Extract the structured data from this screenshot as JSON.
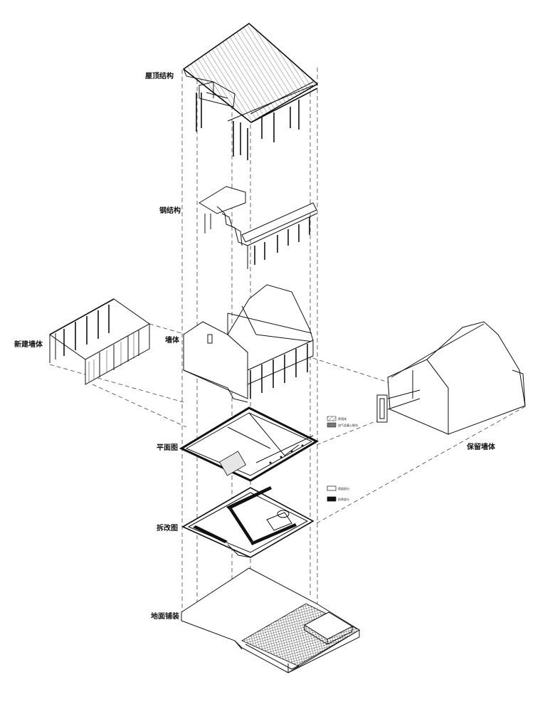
{
  "labels": {
    "roof_structure": "屋顶结构",
    "steel_structure": "钢结构",
    "new_walls": "新建墙体",
    "walls": "墙体",
    "retained_walls": "保留墙体",
    "floor_plan": "平面图",
    "demolition_plan": "拆改图",
    "ground_paving": "地面铺装"
  },
  "legend_plan": {
    "item1": "原墙体",
    "item2": "加气混凝土砌块"
  },
  "legend_demolition": {
    "item1": "保留部分",
    "item2": "拆除部分"
  }
}
